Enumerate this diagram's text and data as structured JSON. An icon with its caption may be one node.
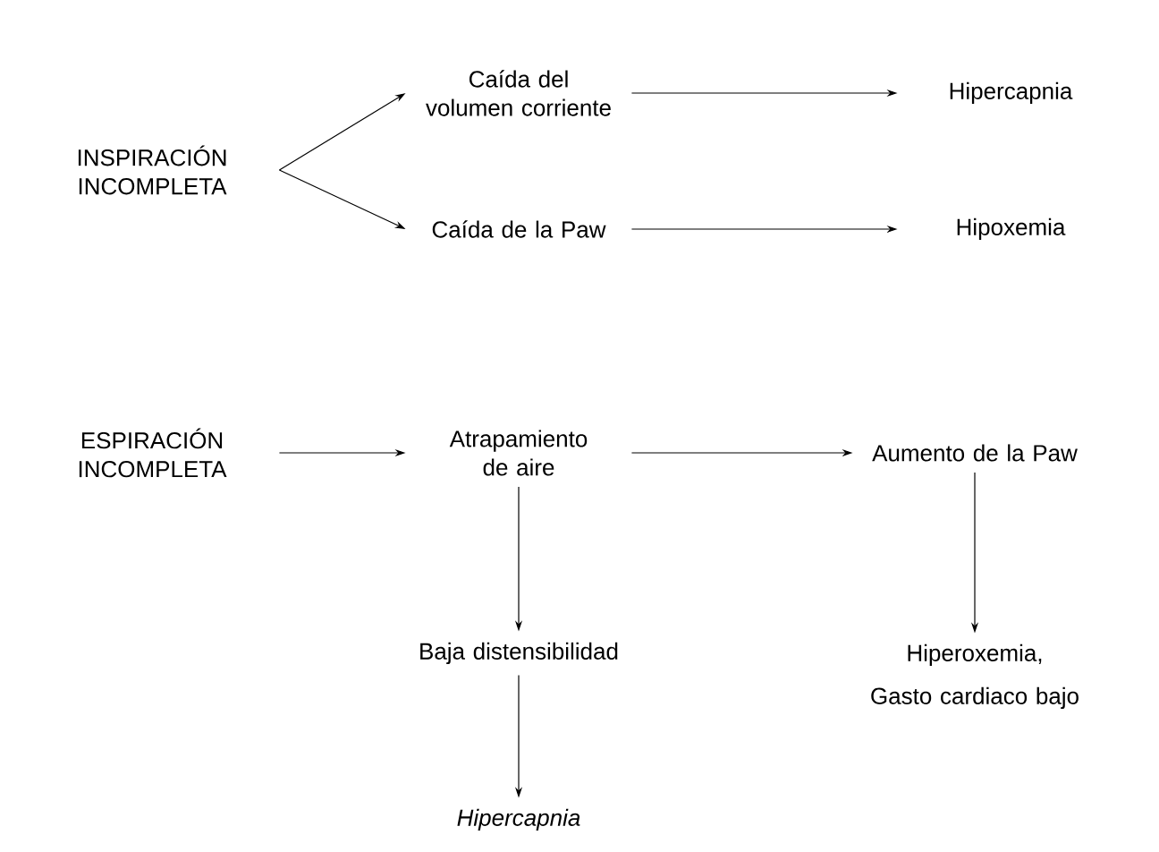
{
  "diagram": {
    "nodes": [
      {
        "text": [
          "INSPIRACIÓN INCOMPLETA"
        ]
      },
      {
        "text": [
          "Caída del volumen corriente"
        ]
      },
      {
        "text": [
          "Hipercapnia"
        ]
      },
      {
        "text": [
          "Caída de la Paw"
        ]
      },
      {
        "text": [
          "Hipoxemia"
        ]
      },
      {
        "text": [
          "ESPIRACIÓN INCOMPLETA"
        ]
      },
      {
        "text": [
          "Atrapamiento de aire"
        ]
      },
      {
        "text": [
          "Aumento de la Paw"
        ]
      },
      {
        "text": [
          "Baja distensibilidad"
        ]
      },
      {
        "text": [
          "Hiperoxemia,",
          "Gasto cardiaco bajo"
        ]
      },
      {
        "text": [
          "Hipercapnia"
        ]
      }
    ],
    "edges": [
      {
        "from": 0,
        "to": 1,
        "arrow": "to"
      },
      {
        "from": 0,
        "to": 3,
        "arrow": "to"
      },
      {
        "from": 1,
        "to": 2,
        "arrow": "to"
      },
      {
        "from": 3,
        "to": 4,
        "arrow": "to"
      },
      {
        "from": 5,
        "to": 6,
        "arrow": "to"
      },
      {
        "from": 6,
        "to": 7,
        "arrow": "to"
      },
      {
        "from": 6,
        "to": 8,
        "arrow": "to"
      },
      {
        "from": 7,
        "to": 9,
        "arrow": "to"
      },
      {
        "from": 8,
        "to": 10,
        "arrow": "to"
      }
    ]
  }
}
